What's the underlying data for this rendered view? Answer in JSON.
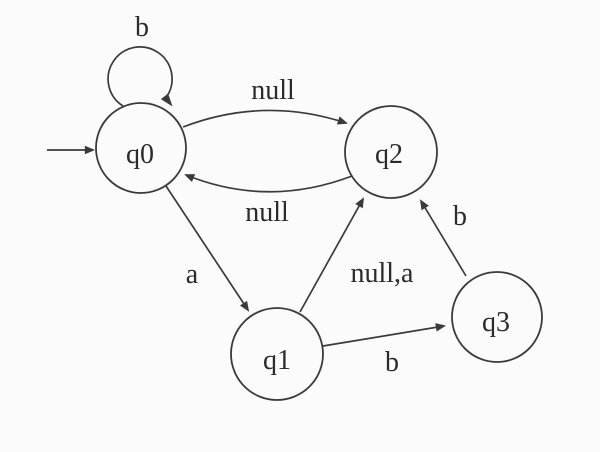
{
  "diagram": {
    "type": "state-machine",
    "states": [
      {
        "id": "q0",
        "label": "q0",
        "initial": true
      },
      {
        "id": "q1",
        "label": "q1",
        "initial": false
      },
      {
        "id": "q2",
        "label": "q2",
        "initial": false
      },
      {
        "id": "q3",
        "label": "q3",
        "initial": false
      }
    ],
    "transitions": [
      {
        "from": "q0",
        "to": "q0",
        "label": "b"
      },
      {
        "from": "q0",
        "to": "q2",
        "label": "null"
      },
      {
        "from": "q2",
        "to": "q0",
        "label": "null"
      },
      {
        "from": "q0",
        "to": "q1",
        "label": "a"
      },
      {
        "from": "q1",
        "to": "q2",
        "label": "null,a"
      },
      {
        "from": "q1",
        "to": "q3",
        "label": "b"
      },
      {
        "from": "q3",
        "to": "q2",
        "label": "b"
      }
    ],
    "colors": {
      "line": "#3a3a3a",
      "text": "#2b2b2b",
      "background": "#fbfbfb"
    }
  }
}
